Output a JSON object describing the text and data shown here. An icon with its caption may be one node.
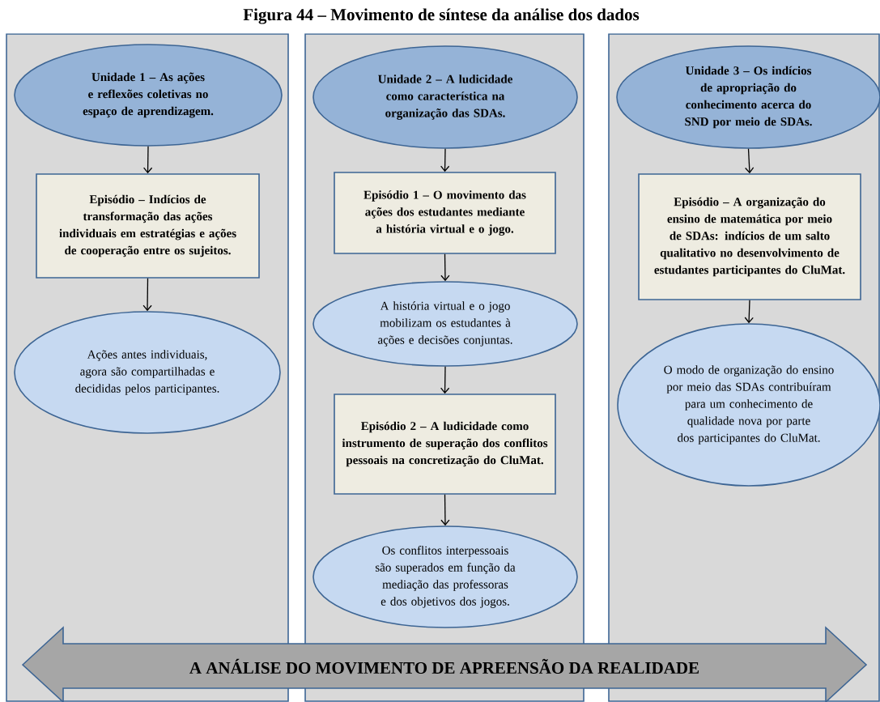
{
  "diagram": {
    "title": "Figura 44 – Movimento de síntese da análise dos dados",
    "nodes": [
      {
        "text": [],
        "shape": "box"
      },
      {
        "text": [
          "Unidade 1 – As ações e reflexões coletivas no espaço de aprendizagem."
        ],
        "in": 0
      },
      {
        "text": [
          "Episódio – Indícios de transformação das ações individuais em estratégias e ações de cooperação entre os sujeitos."
        ],
        "in": 0
      },
      {
        "text": [
          "Ações antes individuais, agora são compartilhadas e decididas pelos participantes."
        ],
        "in": 0
      },
      {
        "text": [],
        "shape": "box"
      },
      {
        "text": [
          "Unidade 2 – A ludicidade como característica na organização das SDAs."
        ],
        "in": 4
      },
      {
        "text": [
          "Episódio 1 – O movimento das ações dos estudantes mediante a história virtual e o jogo."
        ],
        "in": 4
      },
      {
        "text": [
          "A história virtual e o jogo mobilizam os estudantes à ações e decisões conjuntas."
        ],
        "in": 4
      },
      {
        "text": [
          "Episódio 2 – A ludicidade como instrumento de superação dos conflitos pessoais na concretização do CluMat."
        ],
        "in": 4
      },
      {
        "text": [
          "Os conflitos interpessoais são superados em função da mediação das professoras e dos objetivos dos jogos."
        ],
        "in": 4
      },
      {
        "text": [],
        "shape": "box"
      },
      {
        "text": [
          "Unidade 3 – Os indícios de apropriação do conhecimento acerca do SND por meio de SDAs."
        ],
        "in": 10
      },
      {
        "text": [
          "Episódio – A organização do ensino de matemática por meio de SDAs: indícios de um salto qualitativo no desenvolvimento de estudantes participantes do CluMat."
        ],
        "in": 10
      },
      {
        "text": [
          "O modo de organização do ensino por meio das SDAs contribuíram para um conhecimento de qualidade nova por parte dos participantes do CluMat."
        ],
        "in": 10
      },
      {
        "text": [
          "A ANÁLISE DO MOVIMENTO DE APREENSÃO DA REALIDADE"
        ]
      }
    ],
    "edges": [
      {
        "from": 1,
        "to": 2,
        "arrow": "to"
      },
      {
        "from": 2,
        "to": 3,
        "arrow": "to"
      },
      {
        "from": 5,
        "to": 6,
        "arrow": "to"
      },
      {
        "from": 6,
        "to": 7,
        "arrow": "to"
      },
      {
        "from": 7,
        "to": 8,
        "arrow": "to"
      },
      {
        "from": 8,
        "to": 9,
        "arrow": "to"
      },
      {
        "from": 11,
        "to": 12,
        "arrow": "to"
      },
      {
        "from": 12,
        "to": 13,
        "arrow": "to"
      }
    ]
  }
}
